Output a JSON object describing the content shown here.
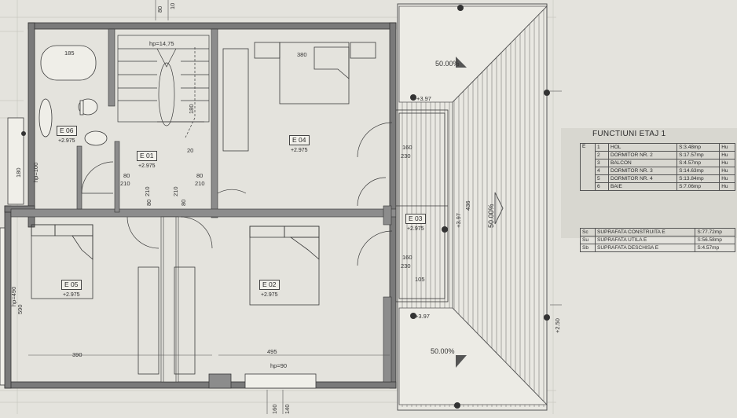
{
  "rooms": [
    {
      "code": "E 06",
      "elevation": "+2.975"
    },
    {
      "code": "E 01",
      "elevation": "+2.975"
    },
    {
      "code": "E 04",
      "elevation": "+2.975"
    },
    {
      "code": "E 03",
      "elevation": "+2.975"
    },
    {
      "code": "E 05",
      "elevation": "+2.975"
    },
    {
      "code": "E 02",
      "elevation": "+2.975"
    }
  ],
  "dimensions": {
    "top_80": "80",
    "top_10": "10",
    "stair_hp": "hp=14,75",
    "bath_185": "185",
    "bed4_380": "380",
    "stair_180": "180",
    "stair_20": "20",
    "door_80a": "80",
    "door_210a": "210",
    "door_80b": "80",
    "door_210b": "210",
    "door_80c": "80",
    "door_210c": "210",
    "door_80d": "80",
    "door_210d": "210",
    "hp100": "hp=100",
    "win_160a": "160",
    "win_230a": "230",
    "win_160b": "160",
    "win_230b": "230",
    "w105": "105",
    "v436": "436",
    "v590": "590",
    "hp90": "hp=90",
    "bottom_390": "390",
    "bottom_495": "495",
    "bottom_160": "160",
    "bottom_140": "140",
    "level_397a": "+3.97",
    "level_397b": "+3.97",
    "level_250": "+2.50",
    "level_397c": "+3.97",
    "hp490": "hp=490",
    "w180b": "180"
  },
  "roof": {
    "slope_top": "50.00%",
    "slope_mid": "50.00%",
    "slope_bottom": "50.00%"
  },
  "legend": {
    "title": "FUNCTIUNI ETAJ 1",
    "floor_code": "E",
    "rows": [
      {
        "n": "1",
        "name": "HOL",
        "area": "S:3.48mp",
        "fin": "Hu"
      },
      {
        "n": "2",
        "name": "DORMITOR NR. 2",
        "area": "S:17.57mp",
        "fin": "Hu"
      },
      {
        "n": "3",
        "name": "BALCON",
        "area": "S:4.57mp",
        "fin": "Hu"
      },
      {
        "n": "4",
        "name": "DORMITOR NR. 3",
        "area": "S:14.63mp",
        "fin": "Hu"
      },
      {
        "n": "5",
        "name": "DORMITOR NR. 4",
        "area": "S:13.84mp",
        "fin": "Hu"
      },
      {
        "n": "6",
        "name": "BAIE",
        "area": "S:7.06mp",
        "fin": "Hu"
      }
    ],
    "summary": [
      {
        "code": "Sc",
        "name": "SUPRAFATA CONSTRUITA E",
        "value": "S:77.72mp"
      },
      {
        "code": "Su",
        "name": "SUPRAFATA UTILA E",
        "value": "S:56.58mp"
      },
      {
        "code": "Sb",
        "name": "SUPRAFATA DESCHISA E",
        "value": "S:4.57mp"
      }
    ]
  },
  "colors": {
    "paper": "#e4e3dd",
    "line": "#3a3a3a",
    "wall": "#6b6b6b",
    "legend_bg": "#d8d7d0"
  }
}
